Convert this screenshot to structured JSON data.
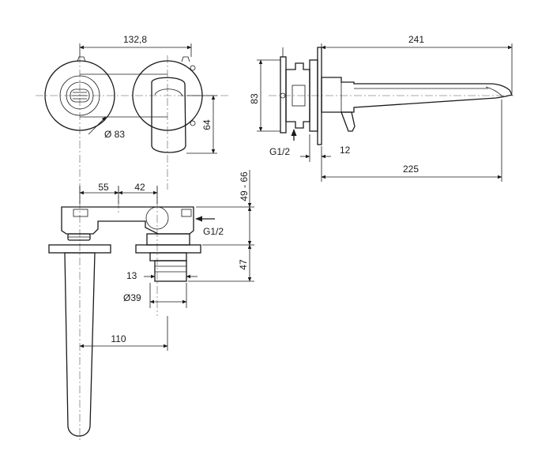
{
  "dimensions": {
    "top_width": "132,8",
    "diameter_83": "Ø 83",
    "height_64": "64",
    "side_83": "83",
    "side_241": "241",
    "side_g12": "G1/2",
    "side_12": "12",
    "side_225": "225",
    "bot_55": "55",
    "bot_42": "42",
    "bot_49_66": "49 - 66",
    "bot_g12": "G1/2",
    "bot_47": "47",
    "bot_13": "13",
    "bot_d39": "Ø39",
    "bot_110": "110"
  }
}
